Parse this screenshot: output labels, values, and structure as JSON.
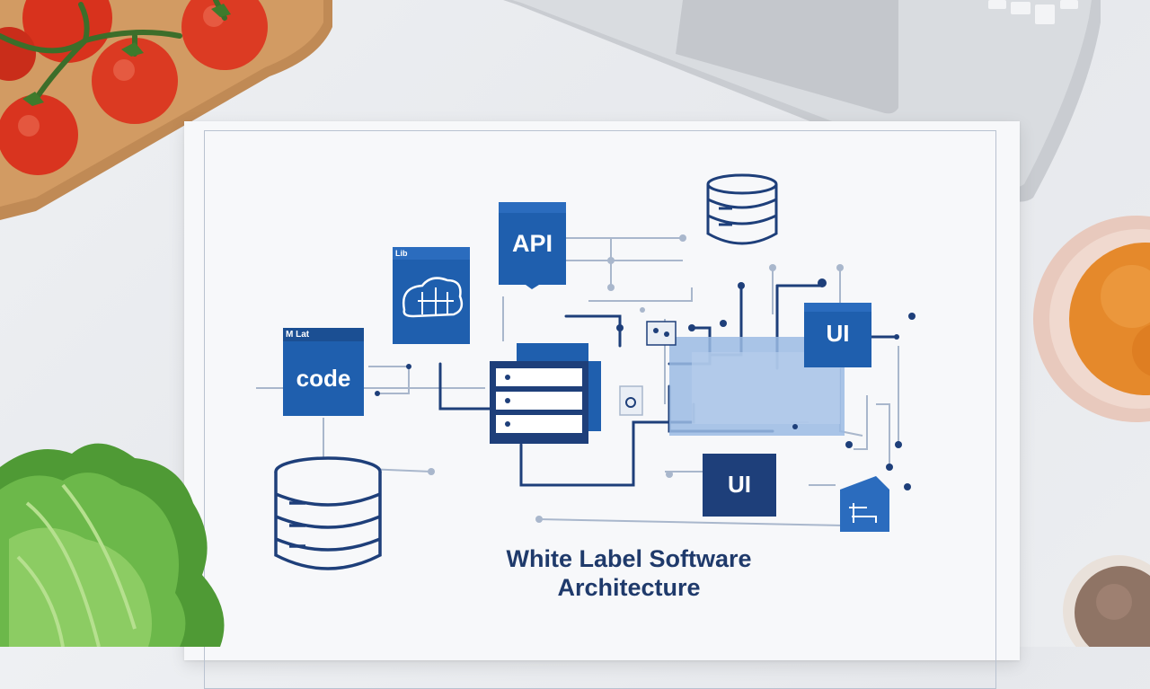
{
  "diagram": {
    "title_line1": "White Label Software",
    "title_line2": "Architecture",
    "nodes": {
      "code": {
        "label": "code",
        "header": "M Lat"
      },
      "api": {
        "label": "API"
      },
      "ui_top": {
        "label": "UI"
      },
      "ui_bottom": {
        "label": "UI"
      },
      "module": {
        "header": "Lib"
      }
    }
  },
  "colors": {
    "primary_blue": "#1f5fae",
    "dark_navy": "#1e3f7a",
    "light_blue": "#9bbbe3",
    "line_gray": "#a9b7cc"
  },
  "icons": [
    "tomato-icon",
    "lettuce-icon",
    "laptop-icon",
    "spice-bowl-icon",
    "database-icon",
    "server-icon",
    "document-icon"
  ]
}
